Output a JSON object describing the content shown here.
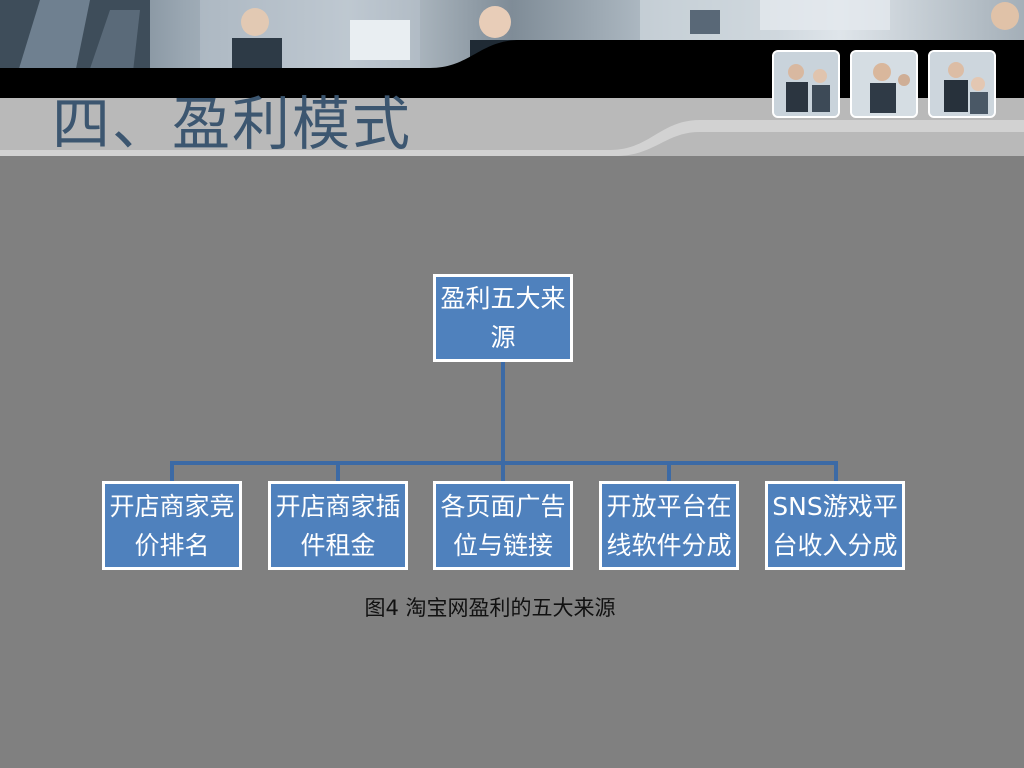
{
  "slide": {
    "title": "四、盈利模式",
    "caption": "图4 淘宝网盈利的五大来源"
  },
  "colors": {
    "background": "#808080",
    "box_fill": "#4f81bd",
    "box_border": "#ffffff",
    "connector": "#3c6aa5",
    "title": "#3c5670"
  },
  "diagram": {
    "type": "org-chart",
    "root": {
      "label": "盈利五大来源"
    },
    "children": [
      {
        "label": "开店商家竞价排名"
      },
      {
        "label": "开店商家插件租金"
      },
      {
        "label": "各页面广告位与链接"
      },
      {
        "label": "开放平台在线软件分成"
      },
      {
        "label": "SNS游戏平台收入分成"
      }
    ]
  },
  "header": {
    "photos": [
      "business-meeting-photo",
      "business-meeting-photo",
      "business-meeting-photo"
    ]
  }
}
